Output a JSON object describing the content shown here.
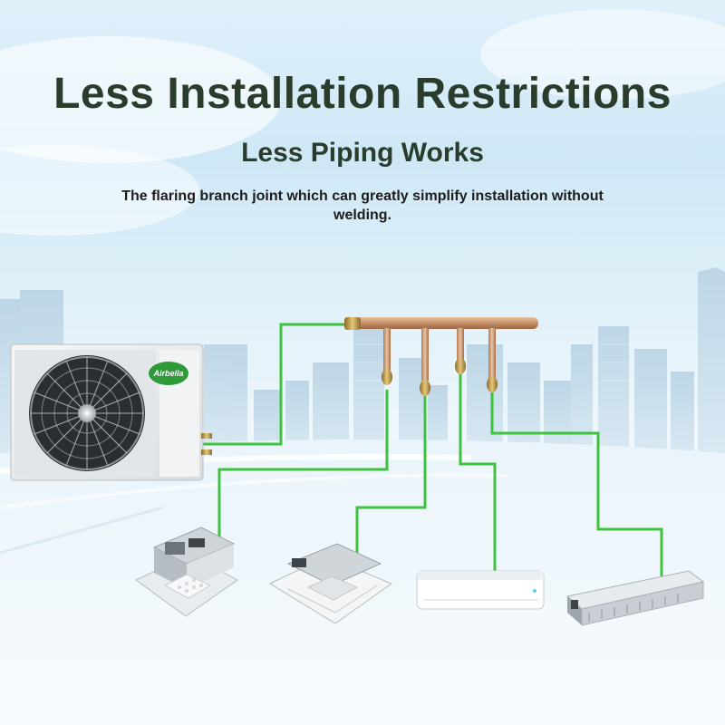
{
  "headline": "Less Installation Restrictions",
  "subheadline": "Less Piping Works",
  "description": "The flaring branch joint which can greatly simplify installation without welding.",
  "brand": "Airbella",
  "colors": {
    "pipe_line": "#3fc23f",
    "title_text": "#2a3d2c",
    "brand_green": "#2e9a3a"
  }
}
